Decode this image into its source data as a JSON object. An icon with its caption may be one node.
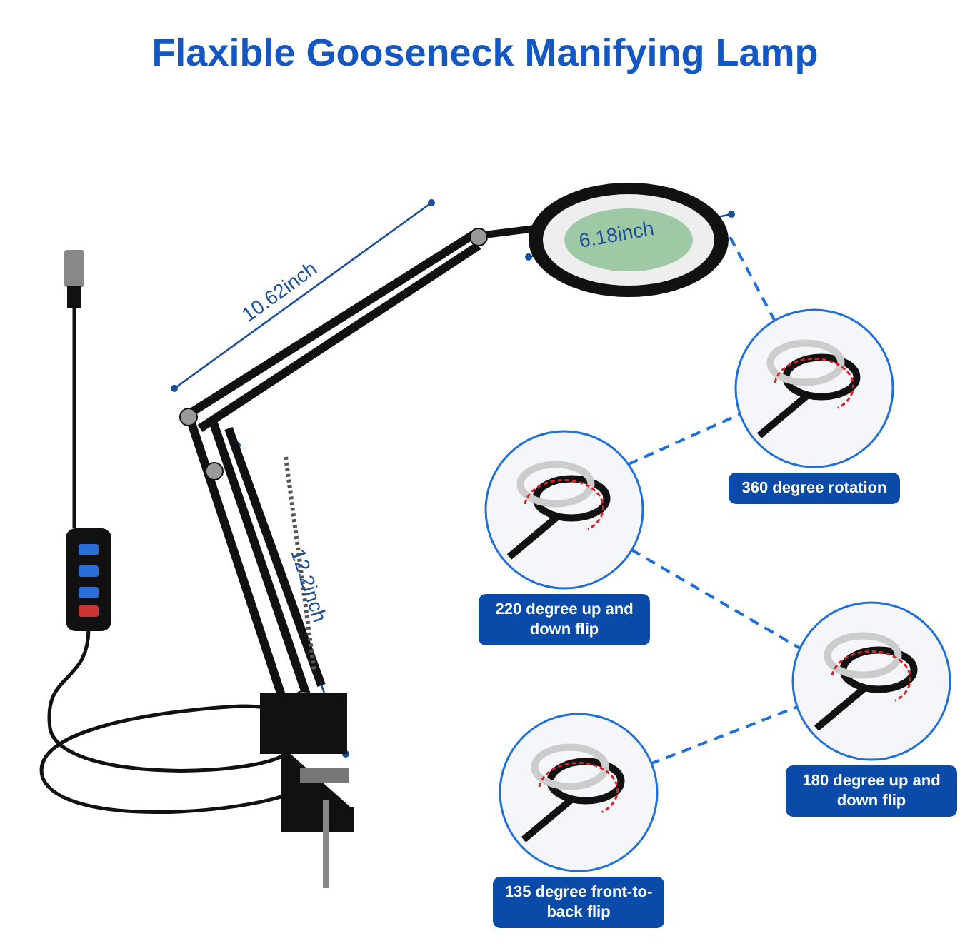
{
  "diagram": {
    "title": "Flaxible Gooseneck Manifying Lamp",
    "nodes": [
      {
        "text": [],
        "shape": "picture"
      },
      {
        "text": [
          "360 degree rotation"
        ]
      },
      {
        "text": [
          "220 degree up and down flip"
        ]
      },
      {
        "text": [
          "180 degree up and down flip"
        ]
      },
      {
        "text": [
          "135 degree front-to-back flip"
        ]
      }
    ],
    "edges": [
      {
        "from": 0,
        "to": 1,
        "arrow": "none",
        "style": "dashed"
      },
      {
        "from": 2,
        "to": 1,
        "arrow": "none",
        "style": "dashed"
      },
      {
        "from": 2,
        "to": 3,
        "arrow": "none",
        "style": "dashed"
      },
      {
        "from": 4,
        "to": 3,
        "arrow": "none",
        "style": "dashed"
      }
    ],
    "labels": [
      "10.62inch",
      "6.18inch",
      "12.2inch"
    ]
  }
}
